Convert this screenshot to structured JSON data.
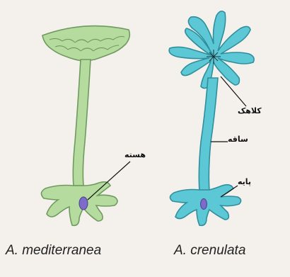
{
  "species": {
    "left": "A. mediterranea",
    "right": "A. crenulata"
  },
  "labels": {
    "nucleus": "هسته",
    "cap": "کلاهک",
    "stalk": "ساقه",
    "rhizoid": "پایه"
  },
  "colors": {
    "left_fill": "#b5dc9e",
    "left_stroke": "#6f9a5f",
    "right_fill": "#5cc8d6",
    "right_stroke": "#2f8e9c",
    "nucleus_fill": "#7d6bc9",
    "background": "#f4f1ec"
  }
}
